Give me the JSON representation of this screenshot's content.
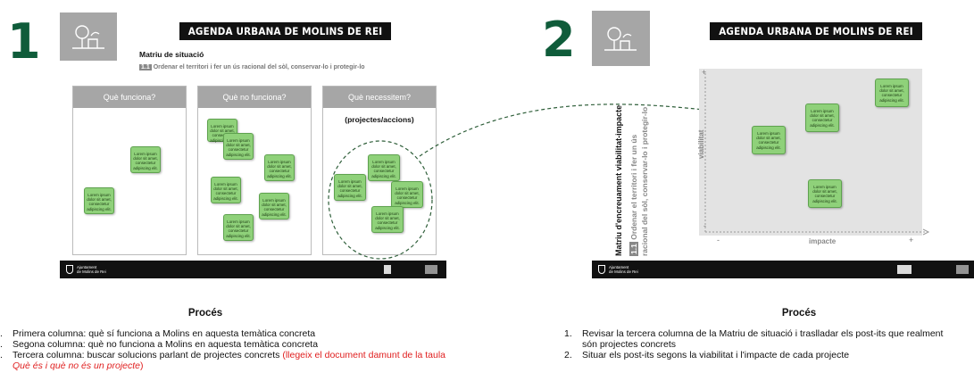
{
  "panel1": {
    "number": "1",
    "banner": "AGENDA URBANA DE MOLINS DE REI",
    "subtitle": "Matriu de situació",
    "objective_code": "1.1",
    "objective": "Ordenar el territori i fer un ús racional del sòl, conservar-lo i protegir-lo",
    "columns": [
      {
        "header": "Què funciona?"
      },
      {
        "header": "Què no funciona?"
      },
      {
        "header": "Què necessitem?",
        "subheader": "(projectes/accions)"
      }
    ],
    "footer_logo_text": "Ajuntament\nde Molins de Rei"
  },
  "panel2": {
    "number": "2",
    "banner": "AGENDA URBANA DE MOLINS DE REI",
    "vertical_title": "Matriu d'encreuament viabilitat-impacte",
    "objective_code": "1.1",
    "objective_line1": "Ordenar el territori i fer un ús",
    "objective_line2": "racional del sòl, conservar-lo i protegir-lo",
    "y_axis_label": "viabilitat",
    "x_axis_label": "impacte",
    "plus": "+",
    "minus": "-",
    "footer_logo_text": "Ajuntament\nde Molins de Rei"
  },
  "sticky_text": "Lorem ipsum dolor sit amet, consectetur adipiscing elit.",
  "process1": {
    "title": "Procés",
    "steps": [
      "Primera columna: què sí funciona a Molins en aquesta temàtica concreta",
      "Segona columna: què no funciona a Molins en aquesta temàtica concreta",
      "Tercera columna: buscar solucions parlant de projectes concrets"
    ],
    "step3_red": "(llegeix el document damunt de la taula",
    "step3_italic": "Què és i què no és un projecte",
    "step3_close": ")"
  },
  "process2": {
    "title": "Procés",
    "steps": [
      {
        "num": "1.",
        "text": "Revisar la tercera columna de la Matriu de situació i traslladar els post-its que realment són projectes concrets"
      },
      {
        "num": "2.",
        "text": "Situar els post-its segons la viabilitat i l'impacte de cada projecte"
      }
    ]
  }
}
